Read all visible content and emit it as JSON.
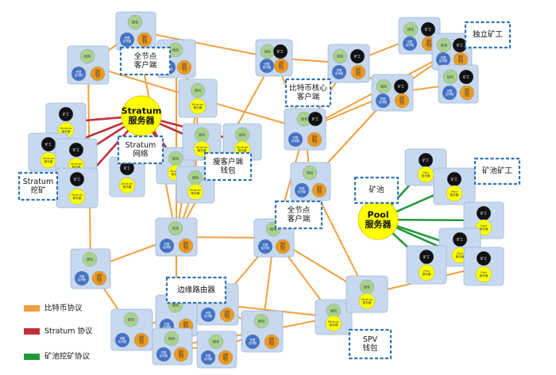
{
  "labels": {
    "wallet": "钱包",
    "full_blockchain": [
      "完整",
      "区块链"
    ],
    "network_routing": [
      "网络",
      "路由",
      "节点"
    ],
    "miner": "矿工",
    "stratum_server_small": [
      "Stratum",
      "服务器"
    ],
    "pool_server_small": [
      "Pool",
      "服务器"
    ]
  },
  "hubs": {
    "stratum_server": [
      "Stratum",
      "服务器"
    ],
    "pool_server": [
      "Pool",
      "服务器"
    ]
  },
  "callouts": {
    "full_node_client_top": [
      "全节点",
      "客户端"
    ],
    "bitcoin_core_client": [
      "比特币核心",
      "客户端"
    ],
    "solo_miner": [
      "独立矿工"
    ],
    "stratum_network": [
      "Stratum",
      "网络"
    ],
    "thin_client_wallet": [
      "瘦客户端",
      "钱包"
    ],
    "stratum_mining": [
      "Stratum",
      "挖矿"
    ],
    "pool": [
      "矿池"
    ],
    "pool_miner": [
      "矿池矿工"
    ],
    "full_node_client_mid": [
      "全节点",
      "客户端"
    ],
    "edge_router": [
      "边缘路由器"
    ],
    "spv_wallet": [
      "SPV",
      "钱包"
    ]
  },
  "legend": [
    {
      "label": "比特币协议",
      "color": "#f0a040"
    },
    {
      "label": "Stratum 协议",
      "color": "#c0303a"
    },
    {
      "label": "矿池挖矿协议",
      "color": "#229a3c"
    }
  ],
  "colors": {
    "node_box": "#c8d9ef",
    "wallet": "#a9d18e",
    "blockchain": "#4472c4",
    "routing": "#ed9a20",
    "miner": "#111111",
    "server": "#ffff00",
    "callout_border": "#2e75b6"
  }
}
